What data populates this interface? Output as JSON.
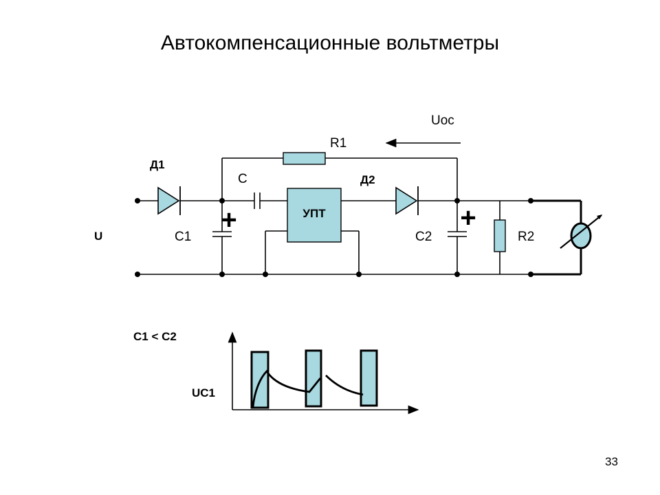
{
  "slide": {
    "title": "Автокомпенсационные вольтметры",
    "page_number": "33"
  },
  "circuit": {
    "labels": {
      "uos": "Uос",
      "r1": "R1",
      "d1": "Д1",
      "c": "C",
      "d2": "Д2",
      "upt": "УПТ",
      "u": "U",
      "c1": "C1",
      "c2": "C2",
      "r2": "R2",
      "plus": "+"
    },
    "colors": {
      "component_fill": "#a8d8e0",
      "wire": "#000000"
    }
  },
  "timing_graph": {
    "condition": "C1 < C2",
    "ylabel": "UC1"
  }
}
